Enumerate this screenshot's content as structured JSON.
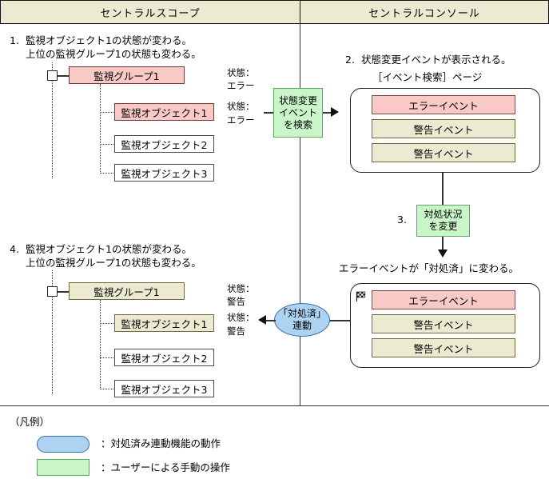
{
  "header": {
    "left_title": "セントラルスコープ",
    "right_title": "セントラルコンソール"
  },
  "steps": {
    "step1": {
      "number": "1.",
      "line1": "監視オブジェクト1の状態が変わる。",
      "line2": "上位の監視グループ1の状態も変わる。"
    },
    "step2": {
      "number": "2.",
      "text": "状態変更イベントが表示される。",
      "page_label": "［イベント検索］ページ"
    },
    "step3": {
      "number": "3."
    },
    "step4": {
      "number": "4.",
      "line1": "監視オブジェクト1の状態が変わる。",
      "line2": "上位の監視グループ1の状態も変わる。"
    },
    "result_text": "エラーイベントが「対処済」に変わる。"
  },
  "tree_top": {
    "group": "監視グループ1",
    "objects": [
      "監視オブジェクト1",
      "監視オブジェクト2",
      "監視オブジェクト3"
    ],
    "status_group_label": "状態：",
    "status_group_value": "エラー",
    "status_object_label": "状態：",
    "status_object_value": "エラー"
  },
  "tree_bottom": {
    "group": "監視グループ1",
    "objects": [
      "監視オブジェクト1",
      "監視オブジェクト2",
      "監視オブジェクト3"
    ],
    "status_group_label": "状態：",
    "status_group_value": "警告",
    "status_object_label": "状態：",
    "status_object_value": "警告"
  },
  "actions": {
    "search_event": {
      "l1": "状態変更",
      "l2": "イベント",
      "l3": "を検索"
    },
    "change_status": {
      "l1": "対処状況",
      "l2": "を変更"
    },
    "linkage": {
      "l1": "「対処済」",
      "l2": "連動"
    }
  },
  "panel_top": {
    "rows": [
      {
        "label": "エラーイベント",
        "kind": "error"
      },
      {
        "label": "警告イベント",
        "kind": "warning"
      },
      {
        "label": "警告イベント",
        "kind": "warning"
      }
    ]
  },
  "panel_bottom": {
    "flag_icon": "checkered-flag-icon",
    "rows": [
      {
        "label": "エラーイベント",
        "kind": "error"
      },
      {
        "label": "警告イベント",
        "kind": "warning"
      },
      {
        "label": "警告イベント",
        "kind": "warning"
      }
    ]
  },
  "legend": {
    "title": "（凡例）",
    "items": [
      {
        "shape": "ellipse-blue",
        "text": "：対処済み連動機能の動作"
      },
      {
        "shape": "rect-green",
        "text": "：ユーザーによる手動の操作"
      }
    ]
  },
  "colors": {
    "header_bg": "#ecead0",
    "error_pink": "#f9c9c6",
    "warning_khaki": "#ecead0",
    "action_green": "#c9f5c9",
    "linkage_blue": "#aed2f2",
    "line": "#333333"
  }
}
